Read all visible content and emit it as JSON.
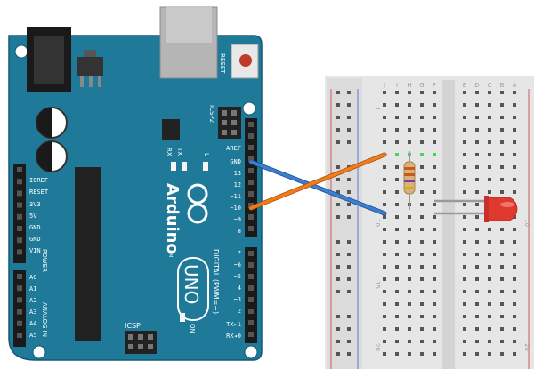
{
  "board": {
    "reset": "RESET",
    "icsp2": "ICSP2",
    "icsp": "ICSP",
    "rx": "RX",
    "tx": "TX",
    "l": "L",
    "on": "ON",
    "brand": "Arduino",
    "tm": "TM",
    "uno": "UNO",
    "digital": "DIGITAL (PWM=~)",
    "power": "POWER",
    "analog": "ANALOG IN",
    "left_pins": [
      "IOREF",
      "RESET",
      "3V3",
      "5V",
      "GND",
      "GND",
      "VIN"
    ],
    "analog_pins": [
      "A0",
      "A1",
      "A2",
      "A3",
      "A4",
      "A5"
    ],
    "top_digital": [
      "AREF",
      "GND",
      "13",
      "12",
      "~11",
      "~10",
      "~9",
      "8"
    ],
    "bottom_digital": [
      "7",
      "~6",
      "~5",
      "4",
      "~3",
      "2",
      "TX▸1",
      "RX◂0"
    ]
  },
  "breadboard": {
    "col_letters_left": [
      "J",
      "I",
      "H",
      "G",
      "F"
    ],
    "col_letters_right": [
      "E",
      "D",
      "C",
      "B",
      "A"
    ],
    "row_numbers": [
      "1",
      "5",
      "10",
      "15",
      "20"
    ]
  },
  "colors": {
    "board": "#1f7a99",
    "wire_orange": "#f07d1a",
    "wire_blue": "#3a7fd0",
    "led": "#e03a2e",
    "breadboard": "#e8e8e8"
  }
}
